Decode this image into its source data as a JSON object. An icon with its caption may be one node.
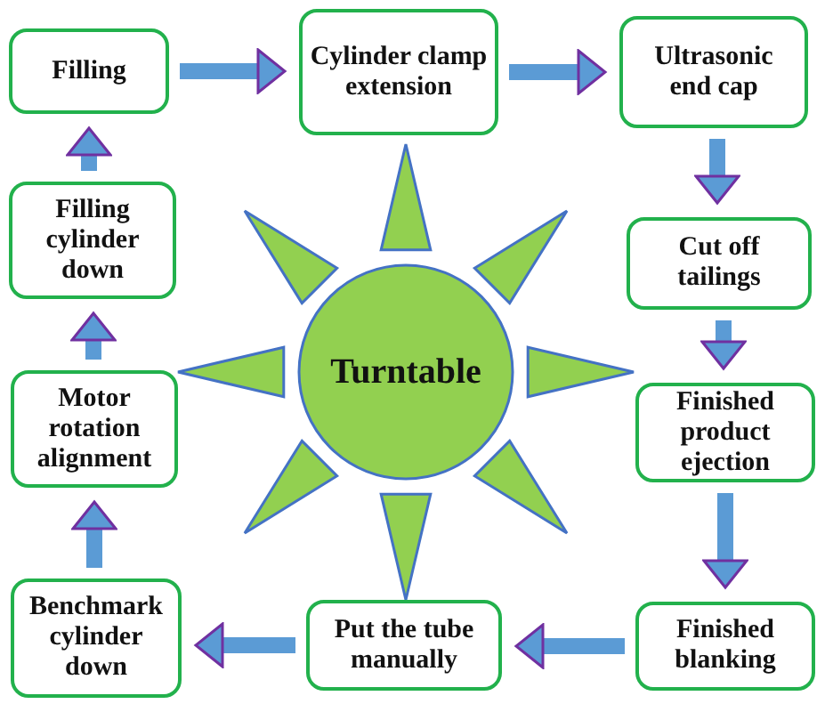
{
  "diagram": {
    "nodes": [
      {
        "text": [
          "Filling"
        ]
      },
      {
        "text": [
          "Cylinder clamp extension"
        ]
      },
      {
        "text": [
          "Ultrasonic end cap"
        ]
      },
      {
        "text": [
          "Cut off tailings"
        ]
      },
      {
        "text": [
          "Finished product ejection"
        ]
      },
      {
        "text": [
          "Finished blanking"
        ]
      },
      {
        "text": [
          "Put the tube manually"
        ]
      },
      {
        "text": [
          "Benchmark cylinder down"
        ]
      },
      {
        "text": [
          "Motor rotation alignment"
        ]
      },
      {
        "text": [
          "Filling cylinder down"
        ]
      },
      {
        "text": [
          "Turntable"
        ]
      }
    ],
    "edges": [
      {
        "from": 0,
        "to": 1,
        "arrow": "to"
      },
      {
        "from": 1,
        "to": 2,
        "arrow": "to"
      },
      {
        "from": 2,
        "to": 3,
        "arrow": "to"
      },
      {
        "from": 3,
        "to": 4,
        "arrow": "to"
      },
      {
        "from": 4,
        "to": 5,
        "arrow": "to"
      },
      {
        "from": 5,
        "to": 6,
        "arrow": "to"
      },
      {
        "from": 6,
        "to": 7,
        "arrow": "to"
      },
      {
        "from": 7,
        "to": 8,
        "arrow": "to"
      },
      {
        "from": 8,
        "to": 9,
        "arrow": "to"
      },
      {
        "from": 9,
        "to": 0,
        "arrow": "to"
      }
    ]
  }
}
